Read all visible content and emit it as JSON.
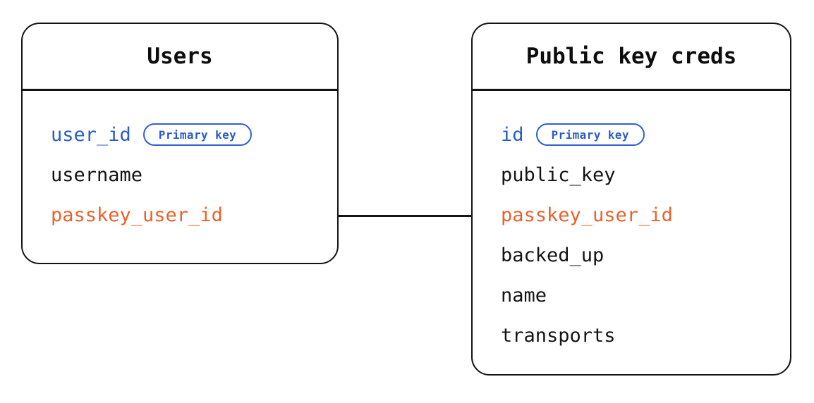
{
  "diagram": {
    "type": "entity-relationship-diagram",
    "background_color": "#ffffff",
    "colors": {
      "primary_key": "#2B5CC4",
      "foreign_key": "#E8622C",
      "text": "#141414",
      "border": "#141414",
      "badge_border": "#2F5FD0"
    },
    "entities": [
      {
        "id": "users",
        "title": "Users",
        "fields": [
          {
            "name": "user_id",
            "role": "key",
            "badge": "Primary key"
          },
          {
            "name": "username",
            "role": "plain",
            "badge": null
          },
          {
            "name": "passkey_user_id",
            "role": "fkey",
            "badge": null
          }
        ]
      },
      {
        "id": "public-key-creds",
        "title": "Public key creds",
        "fields": [
          {
            "name": "id",
            "role": "key",
            "badge": "Primary key"
          },
          {
            "name": "public_key",
            "role": "plain",
            "badge": null
          },
          {
            "name": "passkey_user_id",
            "role": "fkey",
            "badge": null
          },
          {
            "name": "backed_up",
            "role": "plain",
            "badge": null
          },
          {
            "name": "name",
            "role": "plain",
            "badge": null
          },
          {
            "name": "transports",
            "role": "plain",
            "badge": null
          }
        ]
      }
    ],
    "relationships": [
      {
        "id": "users-to-public-key-creds",
        "from_entity": "users",
        "from_field": "passkey_user_id",
        "to_entity": "public-key-creds",
        "to_field": "passkey_user_id",
        "style": "solid-line"
      }
    ]
  }
}
